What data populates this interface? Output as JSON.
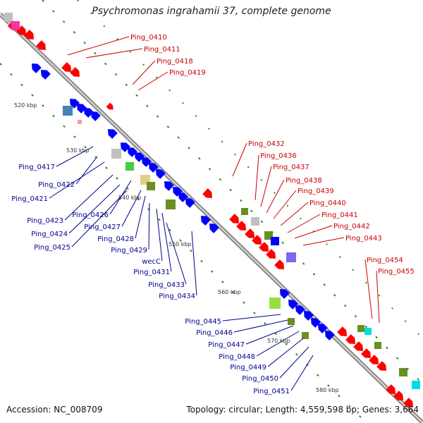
{
  "header": {
    "title": "Psychromonas ingrahamii 37, complete genome"
  },
  "footer": {
    "accession": "Accession: NC_008709",
    "summary": "Topology: circular; Length: 4,559,598 bp; Genes: 3,664"
  },
  "colors": {
    "backbone": "#8a8a8a",
    "forward_gene": "#ff0000",
    "reverse_gene": "#0000ff",
    "label_red": "#cc0000",
    "label_blue": "#00008b",
    "tick_green": "#1e8c1e",
    "olive": "#6b8e23",
    "gray": "#c0c0c0",
    "magenta": "#ff33aa",
    "steelblue": "#4682b4",
    "green": "#44cc44",
    "khaki": "#e0d080",
    "lime": "#99dd44",
    "mediumpurple": "#7b68ee",
    "cyan": "#00dddd",
    "pink": "#ff9999"
  },
  "ticks": [
    "520 kbp",
    "530 kbp",
    "540 kbp",
    "550 kbp",
    "560 kbp",
    "570 kbp",
    "580 kbp"
  ],
  "forward_labels": [
    "Ping_0410",
    "Ping_0411",
    "Ping_0418",
    "Ping_0419",
    "Ping_0432",
    "Ping_0436",
    "Ping_0437",
    "Ping_0438",
    "Ping_0439",
    "Ping_0440",
    "Ping_0441",
    "Ping_0442",
    "Ping_0443",
    "Ping_0454",
    "Ping_0455"
  ],
  "reverse_labels": [
    "Ping_0417",
    "Ping_0422",
    "Ping_0421",
    "Ping_0423",
    "Ping_0426",
    "Ping_0424",
    "Ping_0427",
    "Ping_0425",
    "Ping_0428",
    "Ping_0429",
    "wecC",
    "Ping_0431",
    "Ping_0433",
    "Ping_0434",
    "Ping_0445",
    "Ping_0446",
    "Ping_0447",
    "Ping_0448",
    "Ping_0449",
    "Ping_0450",
    "Ping_0451"
  ]
}
